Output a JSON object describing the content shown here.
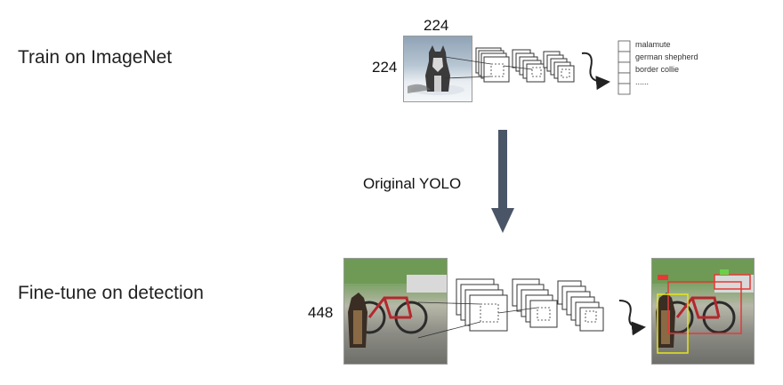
{
  "steps": {
    "train": {
      "label": "Train on ImageNet"
    },
    "finetune": {
      "label": "Fine-tune on detection"
    }
  },
  "transition": {
    "label": "Original YOLO"
  },
  "imagenet_input": {
    "width": "224",
    "height": "224"
  },
  "detection_input": {
    "height": "448"
  },
  "classes": [
    "malamute",
    "german shepherd",
    "border collie",
    "......"
  ],
  "colors": {
    "arrow": "#4a5568",
    "box_stroke": "#333333",
    "detection_red": "#e53935",
    "detection_yellow": "#e6e61a"
  }
}
